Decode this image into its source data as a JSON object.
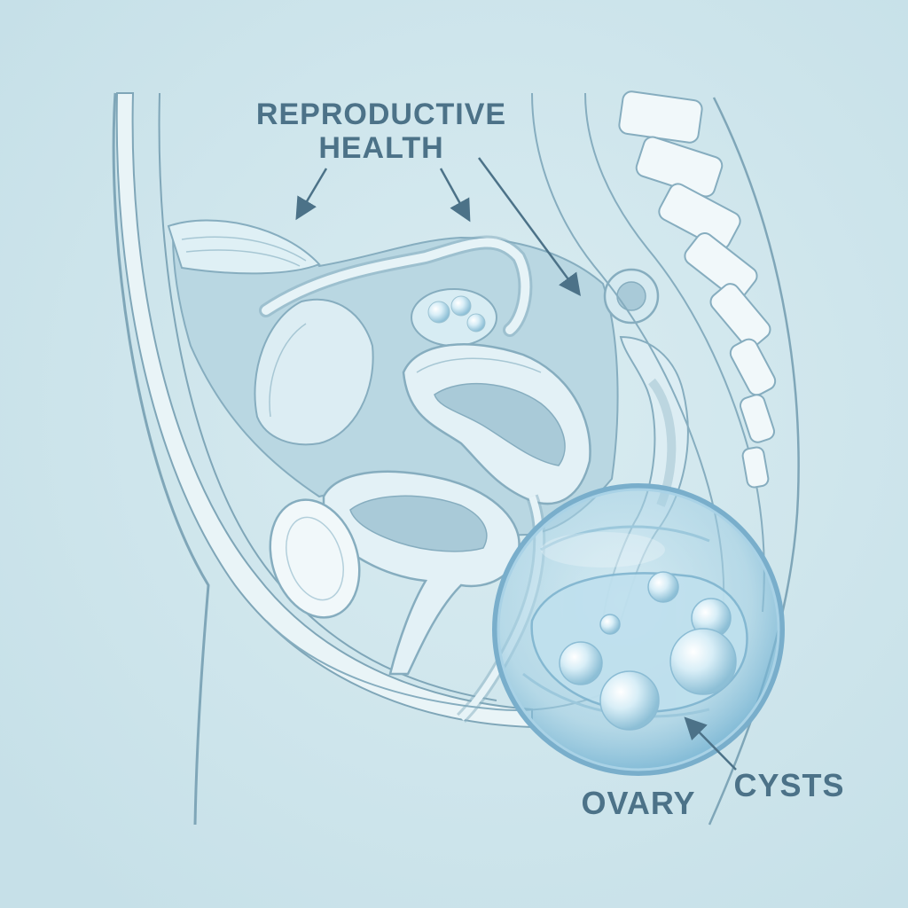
{
  "labels": {
    "title_line1": "REPRODUCTIVE",
    "title_line2": "HEALTH",
    "cysts": "CYSTS",
    "ovary": "OVARY"
  },
  "colors": {
    "background": "#cfe6ec",
    "outline": "#7fa6b8",
    "tissue_light": "#e9f4f7",
    "tissue_mid": "#bcd9e3",
    "cavity": "#a9cad8",
    "bone": "#f1f8fa",
    "magnifier": "#8fc3dc",
    "label_text": "#4c7288"
  },
  "icons": {
    "title_arrows": "arrow-down-icon",
    "cysts_arrow": "arrow-up-left-icon"
  }
}
